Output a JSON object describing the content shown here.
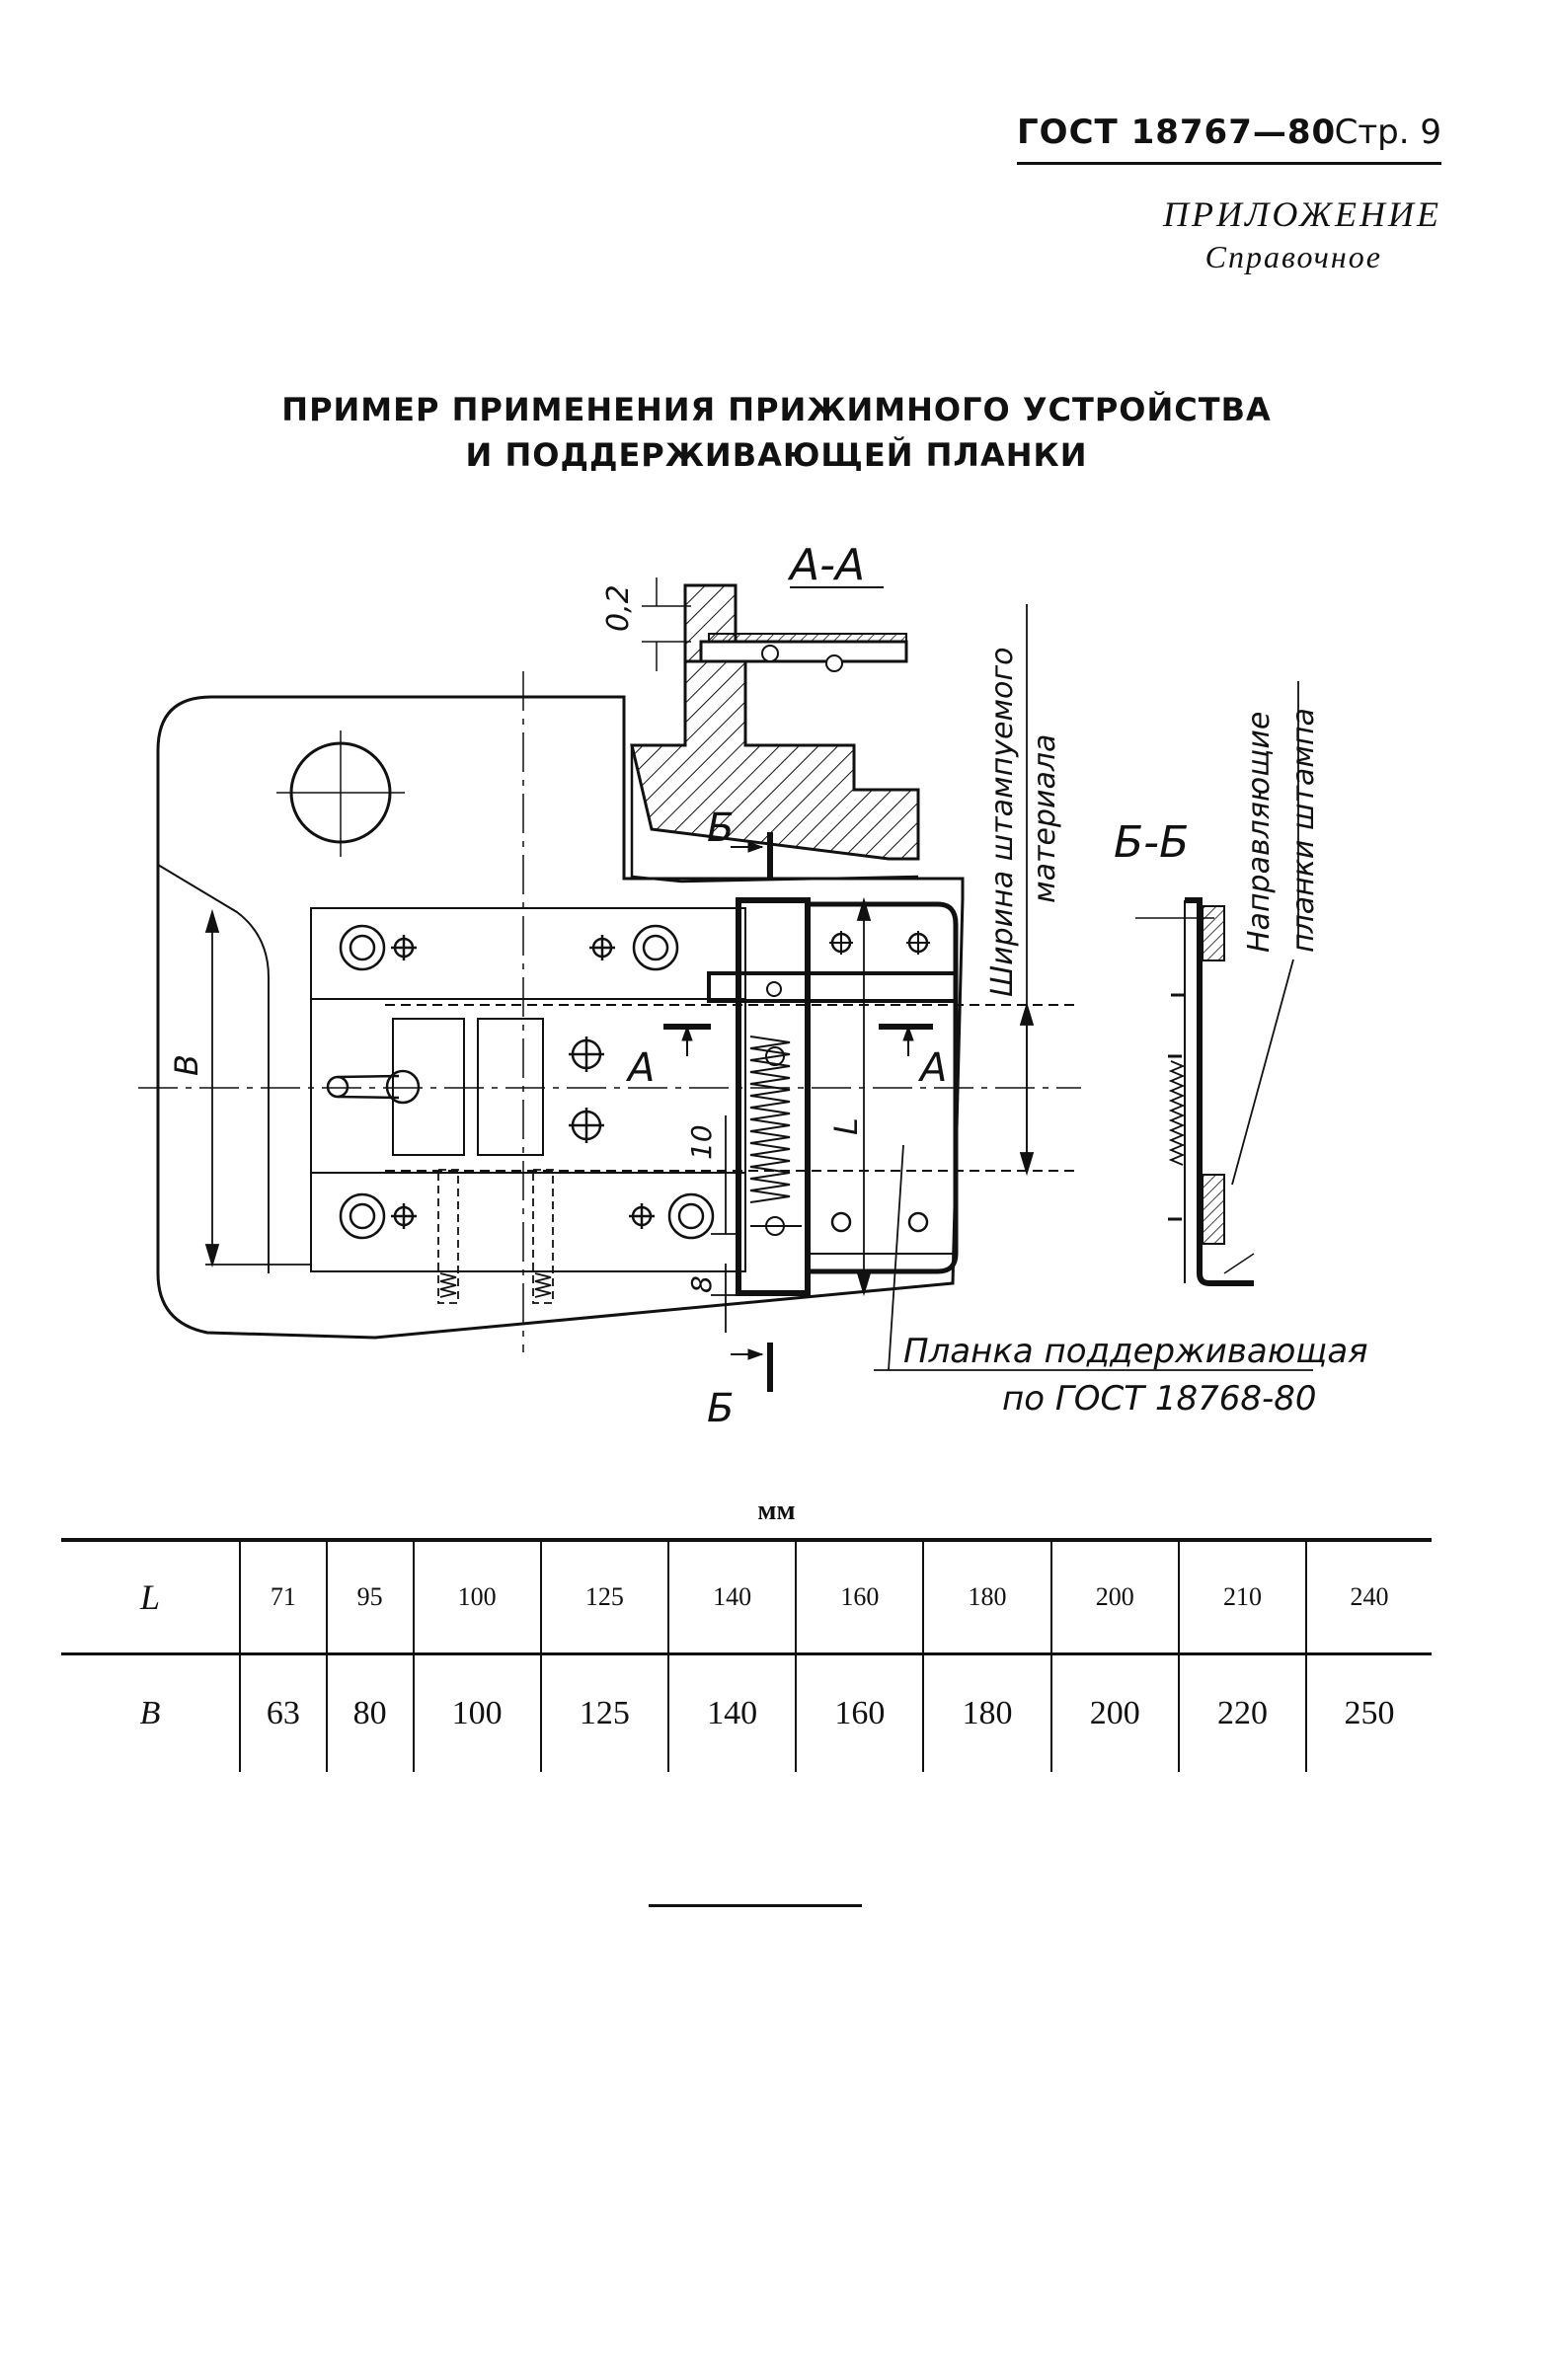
{
  "header": {
    "standard": "ГОСТ",
    "number": "18767—80",
    "page": "Стр. 9"
  },
  "appendix": {
    "label": "ПРИЛОЖЕНИЕ",
    "type": "Справочное"
  },
  "title": {
    "line1": "ПРИМЕР ПРИМЕНЕНИЯ ПРИЖИМНОГО УСТРОЙСТВА",
    "line2": "И ПОДДЕРЖИВАЮЩЕЙ ПЛАНКИ"
  },
  "drawing": {
    "section_aa": "А-А",
    "section_bb": "Б-Б",
    "dim_gap": "0,2",
    "dim_b": "В",
    "dim_l": "L",
    "dim_10": "10",
    "dim_8": "8",
    "mark_a": "А",
    "mark_b": "Б",
    "label_width_line1": "Ширина штампуемого",
    "label_width_line2": "материала",
    "label_guides_line1": "Направляющие",
    "label_guides_line2": "планки штампа",
    "label_plate_line1": "Планка поддерживающая",
    "label_plate_line2": "по ГОСТ 18768-80"
  },
  "units": "мм",
  "table": {
    "rows": [
      {
        "name": "L",
        "values": [
          "71",
          "95",
          "100",
          "125",
          "140",
          "160",
          "180",
          "200",
          "210",
          "240"
        ]
      },
      {
        "name": "B",
        "values": [
          "63",
          "80",
          "100",
          "125",
          "140",
          "160",
          "180",
          "200",
          "220",
          "250"
        ]
      }
    ]
  }
}
